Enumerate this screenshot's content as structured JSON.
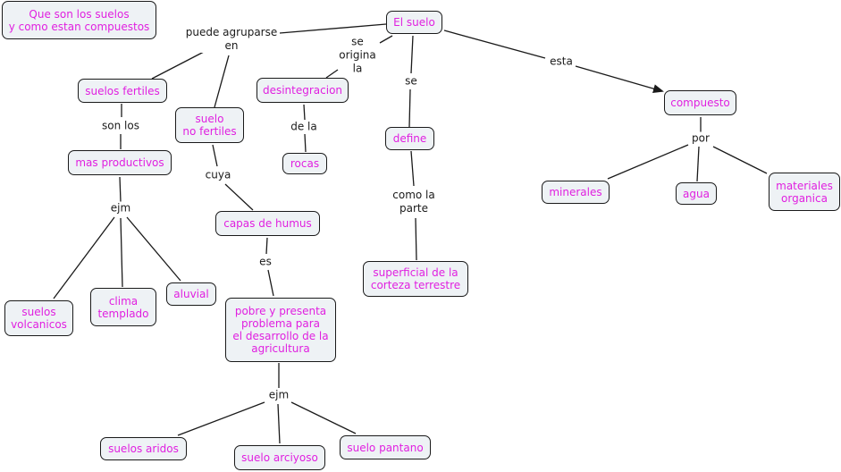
{
  "colors": {
    "node_fill": "#eef2f5",
    "node_text": "#e020e0",
    "node_border": "#1a1a1a",
    "link_text": "#1a1a1a",
    "line": "#1a1a1a"
  },
  "title_node": "Que son los suelos\ny como estan compuestos",
  "nodes": {
    "el_suelo": "El suelo",
    "suelos_fertiles": "suelos fertiles",
    "suelo_no_fertiles": "suelo\nno fertiles",
    "desintegracion": "desintegracion",
    "rocas": "rocas",
    "define": "define",
    "superficial": "superficial de la\ncorteza terrestre",
    "compuesto": "compuesto",
    "minerales": "minerales",
    "agua": "agua",
    "materiales_organica": "materiales\norganica",
    "mas_productivos": "mas productivos",
    "suelos_volcanicos": "suelos\nvolcanicos",
    "clima_templado": "clima\ntemplado",
    "aluvial": "aluvial",
    "capas_de_humus": "capas de humus",
    "pobre": "pobre y presenta\nproblema para\nel desarrollo de la\nagricultura",
    "suelos_aridos": "suelos aridos",
    "suelo_arciyoso": "suelo arciyoso",
    "suelo_pantano": "suelo pantano"
  },
  "links": {
    "puede_agruparse": "puede agruparse\nen",
    "se_origina": "se\norigina\nla",
    "se": "se",
    "esta": "esta",
    "son_los": "son los",
    "ejm_1": "ejm",
    "cuya": "cuya",
    "de_la": "de la",
    "como_la_parte": "como la\nparte",
    "por": "por",
    "es": "es",
    "ejm_2": "ejm"
  }
}
